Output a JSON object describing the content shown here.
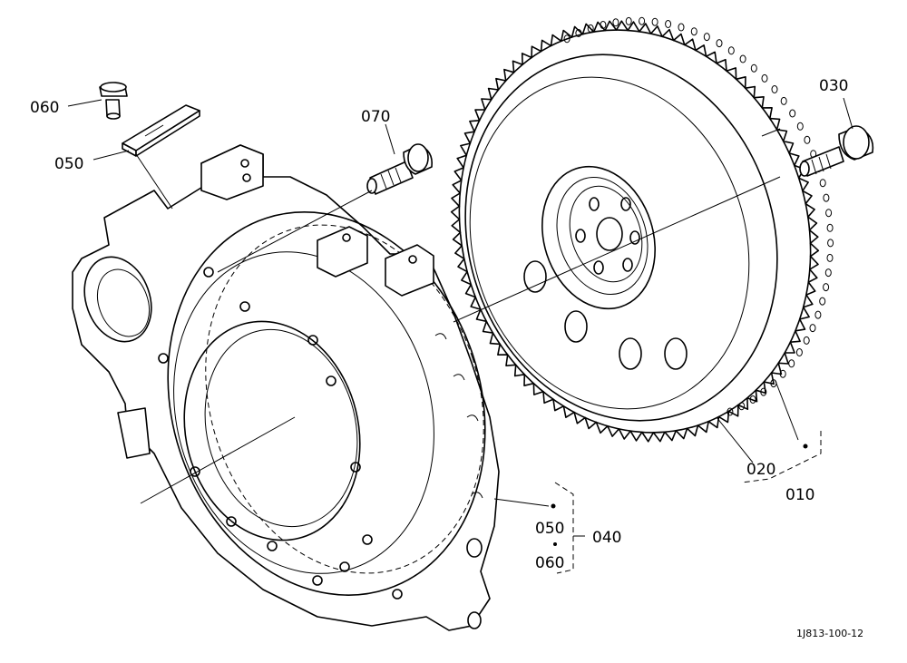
{
  "diagram": {
    "callouts": [
      {
        "id": "060-top",
        "label": "060"
      },
      {
        "id": "050-top",
        "label": "050"
      },
      {
        "id": "070",
        "label": "070"
      },
      {
        "id": "030",
        "label": "030"
      },
      {
        "id": "020",
        "label": "020"
      },
      {
        "id": "010",
        "label": "010"
      },
      {
        "id": "050-bottom",
        "label": "050"
      },
      {
        "id": "060-bottom",
        "label": "060"
      },
      {
        "id": "040",
        "label": "040"
      }
    ],
    "reference_code": "1J813-100-12"
  }
}
